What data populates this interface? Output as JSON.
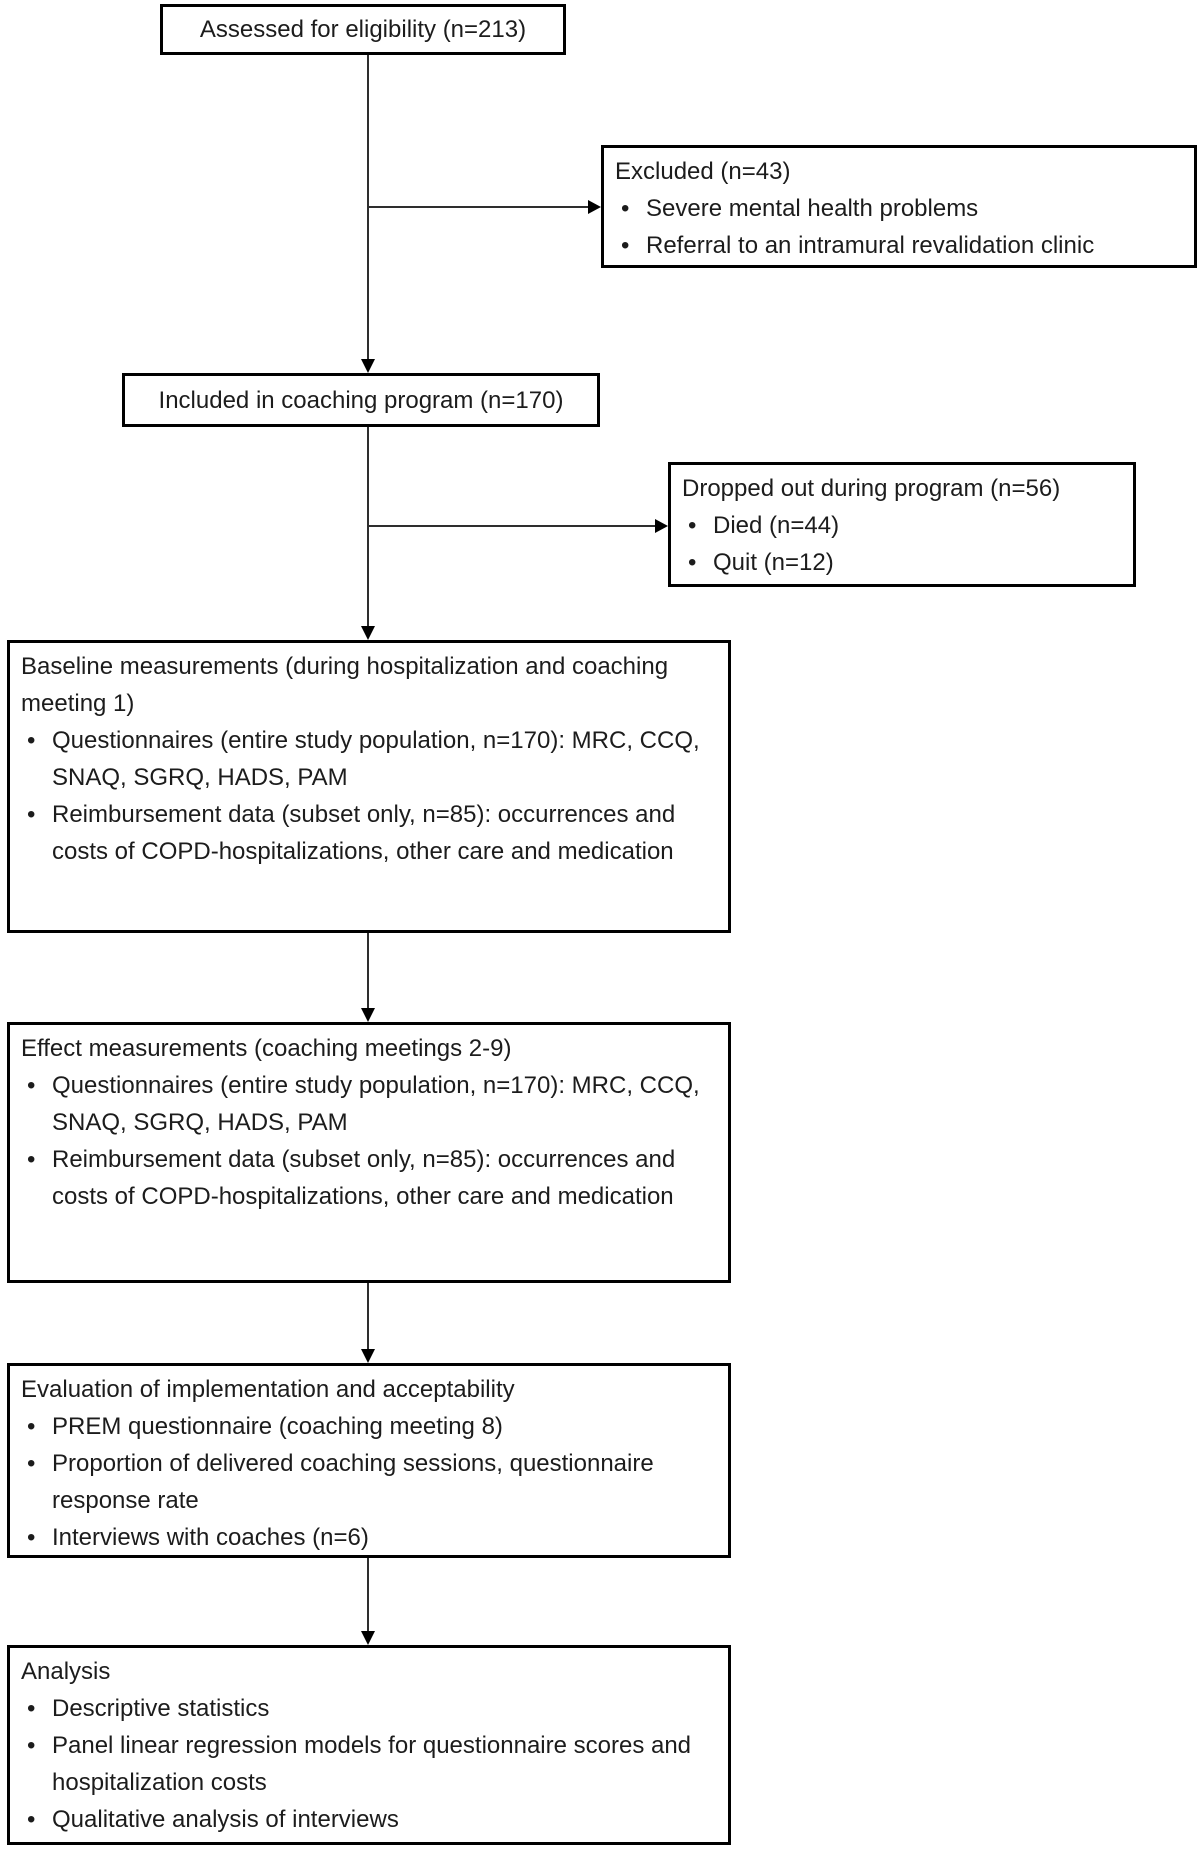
{
  "diagram": {
    "colors": {
      "border": "#000000",
      "text": "#1c1c1c",
      "background": "#ffffff",
      "arrow": "#2e2e2e"
    },
    "boxes": {
      "assessed": {
        "title": "Assessed for eligibility (n=213)"
      },
      "excluded": {
        "title": "Excluded (n=43)",
        "bullets": [
          "Severe mental health problems",
          "Referral to an intramural revalidation clinic"
        ]
      },
      "included": {
        "title": "Included in coaching program (n=170)"
      },
      "dropped_out": {
        "title": "Dropped out during program (n=56)",
        "bullets": [
          "Died (n=44)",
          "Quit (n=12)"
        ]
      },
      "baseline": {
        "title": "Baseline measurements (during hospitalization and coaching meeting 1)",
        "bullets": [
          "Questionnaires (entire study population, n=170): MRC, CCQ, SNAQ, SGRQ, HADS, PAM",
          "Reimbursement data (subset only, n=85): occurrences and costs of COPD-hospitalizations, other care and medication"
        ]
      },
      "effect": {
        "title": "Effect measurements (coaching meetings 2-9)",
        "bullets": [
          "Questionnaires (entire study population, n=170): MRC, CCQ, SNAQ, SGRQ, HADS, PAM",
          "Reimbursement data (subset only, n=85): occurrences and costs of COPD-hospitalizations, other care and medication"
        ]
      },
      "evaluation": {
        "title": "Evaluation of implementation and acceptability",
        "bullets": [
          "PREM questionnaire (coaching meeting 8)",
          "Proportion of delivered coaching sessions, questionnaire response rate",
          "Interviews with coaches (n=6)"
        ]
      },
      "analysis": {
        "title": "Analysis",
        "bullets": [
          "Descriptive statistics",
          "Panel linear regression models for questionnaire scores and hospitalization costs",
          "Qualitative analysis of interviews"
        ]
      }
    }
  }
}
